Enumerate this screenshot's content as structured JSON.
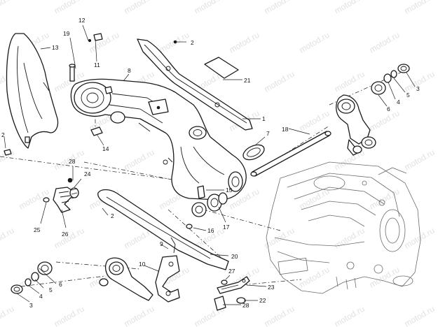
{
  "watermark": "motod.ru",
  "callouts": [
    "1",
    "2",
    "2",
    "2",
    "3",
    "3",
    "4",
    "4",
    "5",
    "5",
    "6",
    "6",
    "7",
    "8",
    "9",
    "10",
    "11",
    "12",
    "13",
    "14",
    "15",
    "16",
    "17",
    "18",
    "19",
    "20",
    "21",
    "22",
    "23",
    "24",
    "25",
    "26",
    "27",
    "28",
    "28"
  ]
}
